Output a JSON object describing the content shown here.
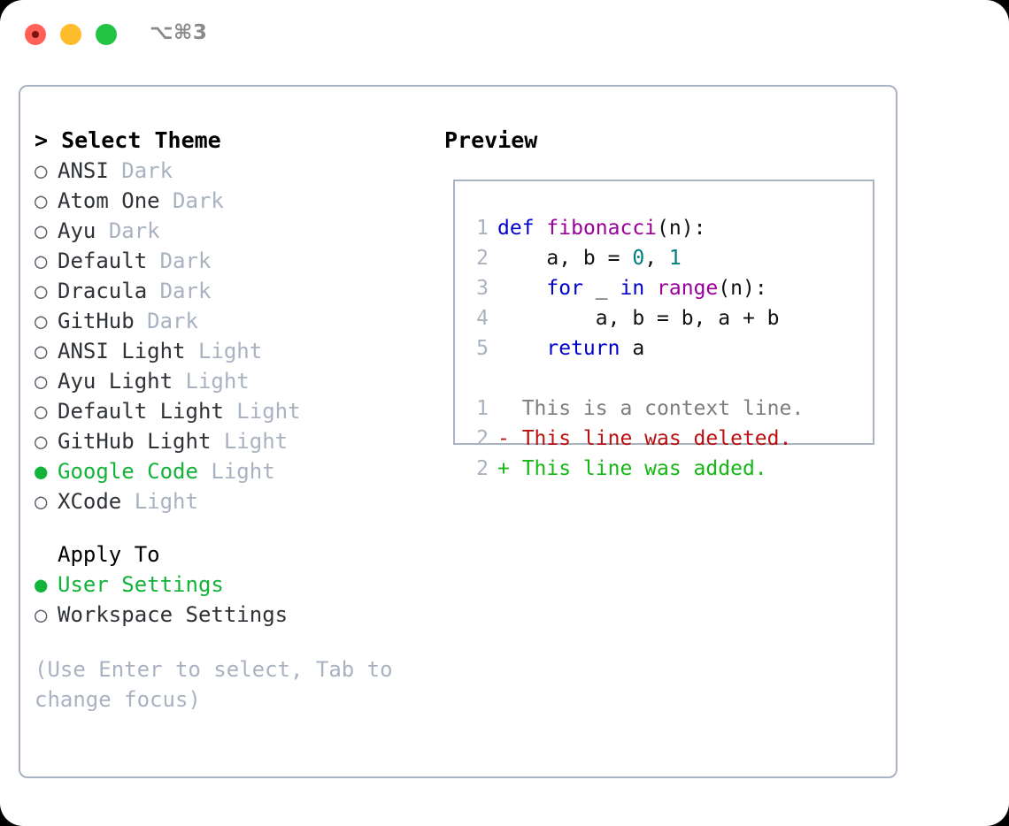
{
  "window": {
    "shortcut_label": "⌥⌘3",
    "traffic_lights": [
      {
        "name": "close",
        "color": "#ff6159"
      },
      {
        "name": "minimize",
        "color": "#ffbd2e"
      },
      {
        "name": "maximize",
        "color": "#23c343"
      }
    ]
  },
  "theme_panel": {
    "heading": "> Select Theme",
    "items": [
      {
        "marker": "○",
        "label": "ANSI",
        "meta": "Dark",
        "selected": false
      },
      {
        "marker": "○",
        "label": "Atom One",
        "meta": "Dark",
        "selected": false
      },
      {
        "marker": "○",
        "label": "Ayu",
        "meta": "Dark",
        "selected": false
      },
      {
        "marker": "○",
        "label": "Default",
        "meta": "Dark",
        "selected": false
      },
      {
        "marker": "○",
        "label": "Dracula",
        "meta": "Dark",
        "selected": false
      },
      {
        "marker": "○",
        "label": "GitHub",
        "meta": "Dark",
        "selected": false
      },
      {
        "marker": "○",
        "label": "ANSI Light",
        "meta": "Light",
        "selected": false
      },
      {
        "marker": "○",
        "label": "Ayu Light",
        "meta": "Light",
        "selected": false
      },
      {
        "marker": "○",
        "label": "Default Light",
        "meta": "Light",
        "selected": false
      },
      {
        "marker": "○",
        "label": "GitHub Light",
        "meta": "Light",
        "selected": false
      },
      {
        "marker": "●",
        "label": "Google Code",
        "meta": "Light",
        "selected": true
      },
      {
        "marker": "○",
        "label": "XCode",
        "meta": "Light",
        "selected": false
      }
    ]
  },
  "apply_to": {
    "heading": "Apply To",
    "items": [
      {
        "marker": "●",
        "label": "User Settings",
        "selected": true
      },
      {
        "marker": "○",
        "label": "Workspace Settings",
        "selected": false
      }
    ]
  },
  "hint": "(Use Enter to select, Tab to change focus)",
  "preview": {
    "heading": "Preview",
    "code_lines": [
      {
        "no": "1",
        "tokens": [
          {
            "t": "def",
            "c": "kw"
          },
          {
            "t": " ",
            "c": "plain"
          },
          {
            "t": "fibonacci",
            "c": "fn"
          },
          {
            "t": "(n):",
            "c": "plain"
          }
        ]
      },
      {
        "no": "2",
        "tokens": [
          {
            "t": "    a, b = ",
            "c": "plain"
          },
          {
            "t": "0",
            "c": "num"
          },
          {
            "t": ", ",
            "c": "plain"
          },
          {
            "t": "1",
            "c": "num"
          }
        ]
      },
      {
        "no": "3",
        "tokens": [
          {
            "t": "    ",
            "c": "plain"
          },
          {
            "t": "for",
            "c": "kw"
          },
          {
            "t": " _ ",
            "c": "plain"
          },
          {
            "t": "in",
            "c": "kw"
          },
          {
            "t": " ",
            "c": "plain"
          },
          {
            "t": "range",
            "c": "fn"
          },
          {
            "t": "(n):",
            "c": "plain"
          }
        ]
      },
      {
        "no": "4",
        "tokens": [
          {
            "t": "        a, b = b, a + b",
            "c": "plain"
          }
        ]
      },
      {
        "no": "5",
        "tokens": [
          {
            "t": "    ",
            "c": "plain"
          },
          {
            "t": "return",
            "c": "kw"
          },
          {
            "t": " a",
            "c": "plain"
          }
        ]
      }
    ],
    "diff_lines": [
      {
        "no": "1",
        "text": "  This is a context line.",
        "kind": "ctx"
      },
      {
        "no": "2",
        "text": "- This line was deleted.",
        "kind": "del"
      },
      {
        "no": "2",
        "text": "+ This line was added.",
        "kind": "add"
      }
    ]
  },
  "colors": {
    "accent_green": "#12b338",
    "muted": "#a9b2c0",
    "panel_border": "#aab3c2",
    "keyword": "#0000cd",
    "function": "#9b009b",
    "number": "#027d7d",
    "diff_deleted": "#bb1010",
    "diff_added": "#14b814"
  }
}
